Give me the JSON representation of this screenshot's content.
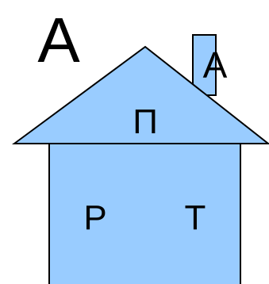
{
  "labels": {
    "corner": "А",
    "chimney": "А",
    "roof": "П",
    "left": "Р",
    "right": "Т"
  },
  "colors": {
    "fill": "#99ccff",
    "stroke": "#000000",
    "background": "#ffffff"
  }
}
